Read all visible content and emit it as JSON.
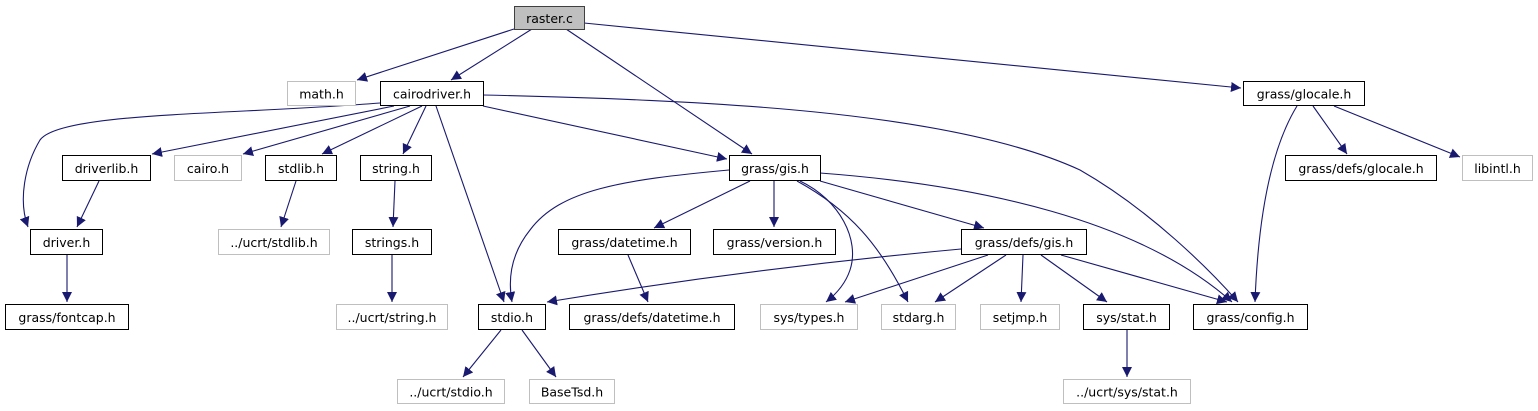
{
  "diagram": {
    "type": "include-dependency-graph",
    "colors": {
      "edge": "#191970",
      "root_fill": "#bfbfbf",
      "root_border": "#404040",
      "node_fill": "#ffffff",
      "documented_border": "#000000",
      "external_border": "#bfbfbf",
      "background": "#ffffff"
    },
    "nodes": [
      {
        "id": "raster_c",
        "label": "raster.c",
        "kind": "root"
      },
      {
        "id": "math_h",
        "label": "math.h",
        "kind": "external"
      },
      {
        "id": "cairodriver_h",
        "label": "cairodriver.h",
        "kind": "documented"
      },
      {
        "id": "grass_glocale_h",
        "label": "grass/glocale.h",
        "kind": "documented"
      },
      {
        "id": "driverlib_h",
        "label": "driverlib.h",
        "kind": "documented"
      },
      {
        "id": "cairo_h",
        "label": "cairo.h",
        "kind": "external"
      },
      {
        "id": "stdlib_h",
        "label": "stdlib.h",
        "kind": "documented"
      },
      {
        "id": "string_h",
        "label": "string.h",
        "kind": "documented"
      },
      {
        "id": "grass_gis_h",
        "label": "grass/gis.h",
        "kind": "documented"
      },
      {
        "id": "grass_defs_glocale_h",
        "label": "grass/defs/glocale.h",
        "kind": "documented"
      },
      {
        "id": "libintl_h",
        "label": "libintl.h",
        "kind": "external"
      },
      {
        "id": "driver_h",
        "label": "driver.h",
        "kind": "documented"
      },
      {
        "id": "ucrt_stdlib_h",
        "label": "../ucrt/stdlib.h",
        "kind": "external"
      },
      {
        "id": "strings_h",
        "label": "strings.h",
        "kind": "documented"
      },
      {
        "id": "grass_datetime_h",
        "label": "grass/datetime.h",
        "kind": "documented"
      },
      {
        "id": "grass_version_h",
        "label": "grass/version.h",
        "kind": "documented"
      },
      {
        "id": "grass_defs_gis_h",
        "label": "grass/defs/gis.h",
        "kind": "documented"
      },
      {
        "id": "grass_fontcap_h",
        "label": "grass/fontcap.h",
        "kind": "documented"
      },
      {
        "id": "ucrt_string_h",
        "label": "../ucrt/string.h",
        "kind": "external"
      },
      {
        "id": "stdio_h",
        "label": "stdio.h",
        "kind": "documented"
      },
      {
        "id": "grass_defs_datetime_h",
        "label": "grass/defs/datetime.h",
        "kind": "documented"
      },
      {
        "id": "sys_types_h",
        "label": "sys/types.h",
        "kind": "external"
      },
      {
        "id": "stdarg_h",
        "label": "stdarg.h",
        "kind": "external"
      },
      {
        "id": "setjmp_h",
        "label": "setjmp.h",
        "kind": "external"
      },
      {
        "id": "sys_stat_h",
        "label": "sys/stat.h",
        "kind": "documented"
      },
      {
        "id": "grass_config_h",
        "label": "grass/config.h",
        "kind": "documented"
      },
      {
        "id": "ucrt_stdio_h",
        "label": "../ucrt/stdio.h",
        "kind": "external"
      },
      {
        "id": "basetsd_h",
        "label": "BaseTsd.h",
        "kind": "external"
      },
      {
        "id": "ucrt_sys_stat_h",
        "label": "../ucrt/sys/stat.h",
        "kind": "external"
      }
    ],
    "edges": [
      {
        "from": "raster_c",
        "to": "math_h"
      },
      {
        "from": "raster_c",
        "to": "cairodriver_h"
      },
      {
        "from": "raster_c",
        "to": "grass_gis_h"
      },
      {
        "from": "raster_c",
        "to": "grass_glocale_h"
      },
      {
        "from": "cairodriver_h",
        "to": "driver_h"
      },
      {
        "from": "cairodriver_h",
        "to": "driverlib_h"
      },
      {
        "from": "cairodriver_h",
        "to": "cairo_h"
      },
      {
        "from": "cairodriver_h",
        "to": "stdlib_h"
      },
      {
        "from": "cairodriver_h",
        "to": "string_h"
      },
      {
        "from": "cairodriver_h",
        "to": "stdio_h"
      },
      {
        "from": "cairodriver_h",
        "to": "grass_gis_h"
      },
      {
        "from": "cairodriver_h",
        "to": "grass_config_h"
      },
      {
        "from": "driverlib_h",
        "to": "driver_h"
      },
      {
        "from": "driver_h",
        "to": "grass_fontcap_h"
      },
      {
        "from": "stdlib_h",
        "to": "ucrt_stdlib_h"
      },
      {
        "from": "string_h",
        "to": "strings_h"
      },
      {
        "from": "strings_h",
        "to": "ucrt_string_h"
      },
      {
        "from": "grass_gis_h",
        "to": "stdio_h"
      },
      {
        "from": "grass_gis_h",
        "to": "grass_datetime_h"
      },
      {
        "from": "grass_gis_h",
        "to": "grass_version_h"
      },
      {
        "from": "grass_gis_h",
        "to": "sys_types_h"
      },
      {
        "from": "grass_gis_h",
        "to": "stdarg_h"
      },
      {
        "from": "grass_gis_h",
        "to": "grass_defs_gis_h"
      },
      {
        "from": "grass_gis_h",
        "to": "grass_config_h"
      },
      {
        "from": "grass_datetime_h",
        "to": "grass_defs_datetime_h"
      },
      {
        "from": "grass_defs_gis_h",
        "to": "stdio_h"
      },
      {
        "from": "grass_defs_gis_h",
        "to": "sys_types_h"
      },
      {
        "from": "grass_defs_gis_h",
        "to": "stdarg_h"
      },
      {
        "from": "grass_defs_gis_h",
        "to": "setjmp_h"
      },
      {
        "from": "grass_defs_gis_h",
        "to": "sys_stat_h"
      },
      {
        "from": "grass_defs_gis_h",
        "to": "grass_config_h"
      },
      {
        "from": "sys_stat_h",
        "to": "ucrt_sys_stat_h"
      },
      {
        "from": "stdio_h",
        "to": "ucrt_stdio_h"
      },
      {
        "from": "stdio_h",
        "to": "basetsd_h"
      },
      {
        "from": "grass_glocale_h",
        "to": "grass_config_h"
      },
      {
        "from": "grass_glocale_h",
        "to": "grass_defs_glocale_h"
      },
      {
        "from": "grass_glocale_h",
        "to": "libintl_h"
      }
    ]
  }
}
